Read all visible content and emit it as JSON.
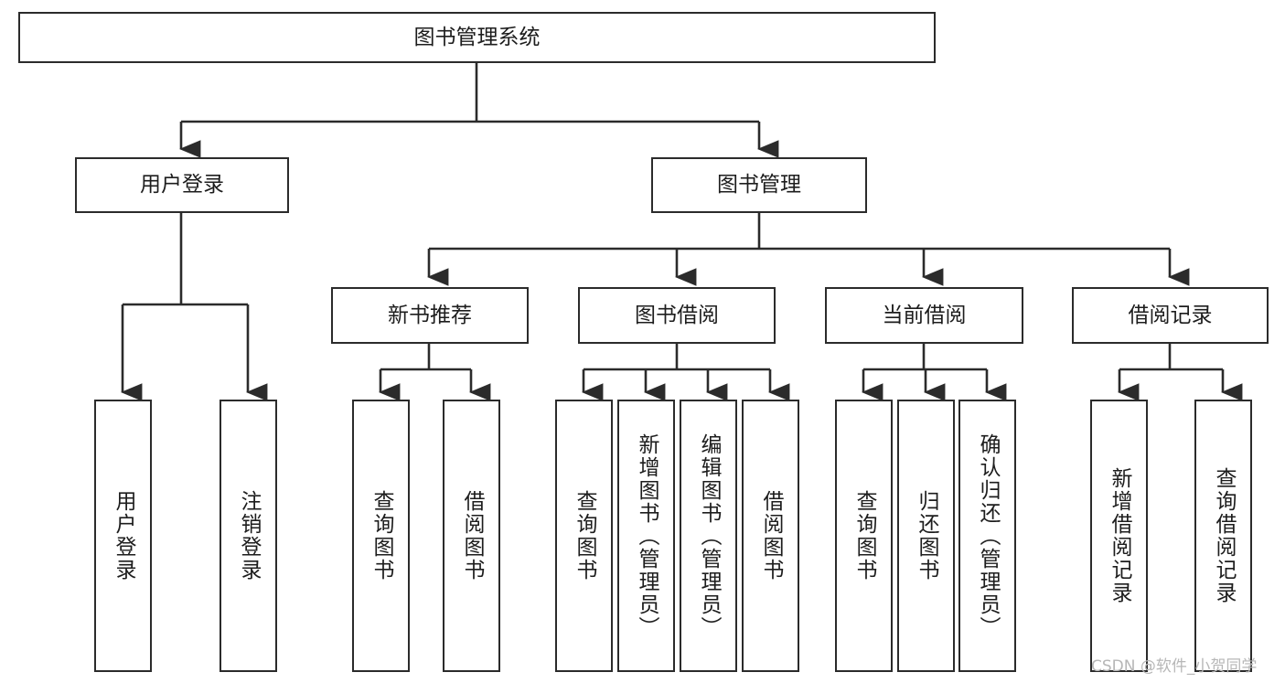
{
  "diagram": {
    "title": "图书管理系统",
    "type": "tree-hierarchy-chart",
    "watermark": "CSDN @软件_小贺同学",
    "colors": {
      "background": "#ffffff",
      "box_border": "#2b2b2b",
      "box_fill": "#ffffff",
      "connector": "#2b2b2b",
      "text": "#1d1d1d",
      "watermark": "#b7b7b7"
    },
    "root": {
      "label": "图书管理系统"
    },
    "level1": [
      {
        "label": "用户登录"
      },
      {
        "label": "图书管理"
      }
    ],
    "level2": [
      {
        "label": "新书推荐"
      },
      {
        "label": "图书借阅"
      },
      {
        "label": "当前借阅"
      },
      {
        "label": "借阅记录"
      }
    ],
    "leaves": {
      "user_login": [
        {
          "label": "用户登录"
        },
        {
          "label": "注销登录"
        }
      ],
      "new_book_recommend": [
        {
          "label": "查询图书"
        },
        {
          "label": "借阅图书"
        }
      ],
      "book_borrow": [
        {
          "label": "查询图书"
        },
        {
          "label": "新增图书（管理员）"
        },
        {
          "label": "编辑图书（管理员）"
        },
        {
          "label": "借阅图书"
        }
      ],
      "current_borrow": [
        {
          "label": "查询图书"
        },
        {
          "label": "归还图书"
        },
        {
          "label": "确认归还（管理员）"
        }
      ],
      "borrow_record": [
        {
          "label": "新增借阅记录"
        },
        {
          "label": "查询借阅记录"
        }
      ]
    }
  }
}
